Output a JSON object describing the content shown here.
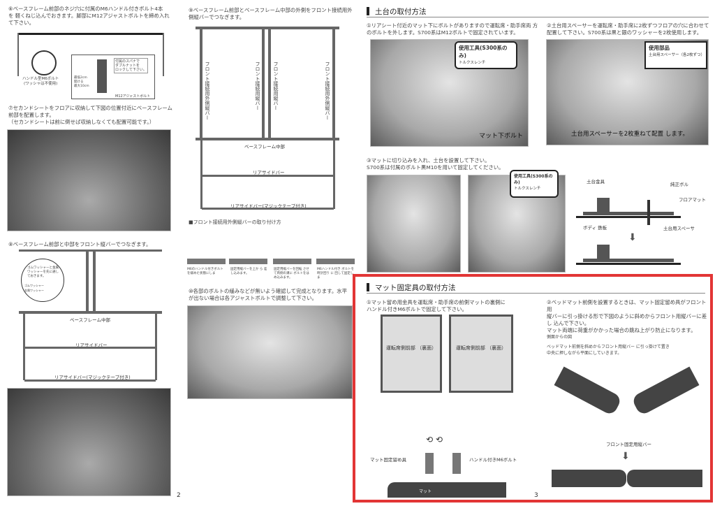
{
  "left_page": {
    "step6": "⑥ベースフレーム前部のネジ穴に付属のM6ハンドル付きボルト4本\nを 軽くねじ込んでおきます。脚部にM12アジャストボルトを締め入れ\nて下さい。",
    "step6_handle_label": "ハンドル型M6ボルト\n(ワッシャは不使用)",
    "step6_note": "付属のスパナで\nダブルナットを\nロックして下さい。",
    "step6_height": "最低2cm\n開ける\n最大10cm",
    "step6_bolt_label": "M12アジャストボルト",
    "step7": "⑦セカンドシートをフロアに収納して下図の位置付近にベースフレーム\n前部を配置します。\n（セカンドシートは前に倒せば収納しなくても配置可能です。）",
    "step8": "⑧ベースフレーム前部と中部をフロント縦バーでつなぎます。",
    "step8_washer_note": "ゴムワッシャーと金属\nワッシャーを先に通し\nておきます。",
    "step8_rubber": "ゴムワッシャー",
    "step8_metal": "金属ワッシャー",
    "base_mid": "ベースフレーム中部",
    "rear_side": "リアサイドバー",
    "rear_side_velcro": "リアサイドバー(マジックテープ付き)",
    "step9": "⑨ベースフレーム前部とベースフレーム中部の外側をフロント接続用外\n側縦バーでつなぎます。",
    "vbar_outer": "フロント接続用外側縦バー",
    "vbar": "フロント接続用縦バー",
    "howto_title": "■フロント接続用外側縦バーの取り付け方",
    "howto_steps": [
      "M6のハンドル付きボルト を緩めた状態にしま",
      "固定用縦バーを上か ら 差し込みます。",
      "固定用縦バーを回転 させて両側の溝に ボルトをはめ込みます。",
      "M6ハンドル付き ボルトを時計回り に 回して固定しま"
    ],
    "step10": "⑩各部のボルトの緩みなどが無いよう確認して完成となります。水平\nが出ない場合は各アジャストボルトで調整して下さい。",
    "page_number": "2"
  },
  "right_page": {
    "section1_title": "土台の取付方法",
    "step1": "①リアシート付近のマット下にボルトがありますので運転席・助手席両 方\nのボルトを外します。S700系はM12ボルトで固定されています。",
    "tool_title": "使用工具(S300系のみ)",
    "tool_name": "トルクスレンチ",
    "mat_bolt": "マット下ボルト",
    "step2": "②土台用スペーサーを運転席・助手席に2枚ずつフロアの穴に合わせて\n配置して下さい。S700系は黒と銀のワッシャーを2枚使用します。",
    "parts_title": "使用部品",
    "parts_name": "土台用スペーサー（各2枚ずつ）",
    "spacer_caption": "土台用スペーサーを2枚重ねて配置 します。",
    "step3": "③マットに切り込みを入れ、土台を設置して下さい。\nS700系は付属のボルト黒M10を用いて固定してください。",
    "diag_base": "土台金具",
    "diag_bolt": "純正ボル",
    "diag_floormat": "フロアマット",
    "diag_body": "ボディ 鉄板",
    "diag_spacer": "土台用スペーサ",
    "section2_title": "マット固定具の取付方法",
    "m_step1": "①マット留め用金具を運転席・助手席の前側マットの裏側に\nハンドル付きM6ボルトで固定して下さい。",
    "panel_text": "運転席側前部\n（裏面）",
    "mat_bracket": "マット固定留め具",
    "m6_bolt": "ハンドル付きM6ボルト",
    "mat": "マット",
    "m_step2": "②ベッドマット前側を設置するときは、マット固定留め具がフロント用\n縦バーに引っ掛ける形で下図のように斜めからフロント用縦バーに差\nし 込んで下さい。\nマット両端に荷重がかかった場合の跳ね上がり防止になります。",
    "side_view": "側面からの図",
    "side_note": "ベッドマット前側を斜めからフロント用縦バー に引っ掛けて置き\n中央に押しながら平面にしていきます。",
    "front_bar": "フロント固定用縦バー",
    "page_number": "3",
    "highlight_color": "#e23535"
  }
}
